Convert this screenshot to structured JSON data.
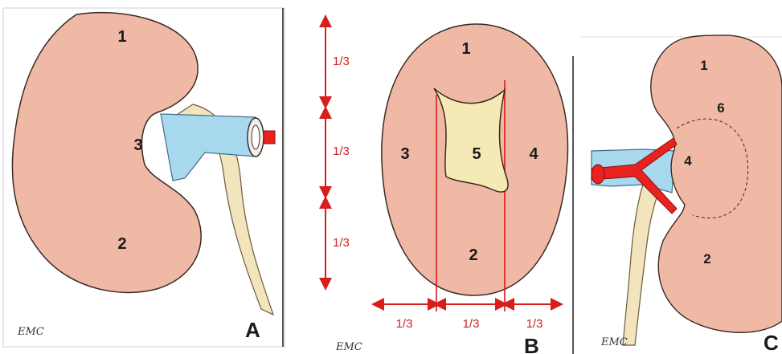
{
  "colors": {
    "kidney": "#efb9a6",
    "kidney_stroke": "#3a2a22",
    "vein": "#a8d8ee",
    "ureter": "#f2e4bd",
    "pelvis": "#f5eab6",
    "artery": "#e8231f",
    "measure": "#d91c1c"
  },
  "panel_a": {
    "label": "A",
    "watermark": "EMC",
    "regions": {
      "upper": "1",
      "lower": "2",
      "hilum": "3"
    }
  },
  "panel_b": {
    "label": "B",
    "watermark": "EMC",
    "regions": {
      "upper": "1",
      "lower": "2",
      "lateral_left": "3",
      "lateral_right": "4",
      "central": "5"
    },
    "vertical_fractions": [
      "1/3",
      "1/3",
      "1/3"
    ],
    "horizontal_fractions": [
      "1/3",
      "1/3",
      "1/3"
    ]
  },
  "panel_c": {
    "label": "C",
    "watermark": "EMC",
    "regions": {
      "upper": "1",
      "lower": "2",
      "hilum": "4",
      "sinus": "6"
    }
  }
}
